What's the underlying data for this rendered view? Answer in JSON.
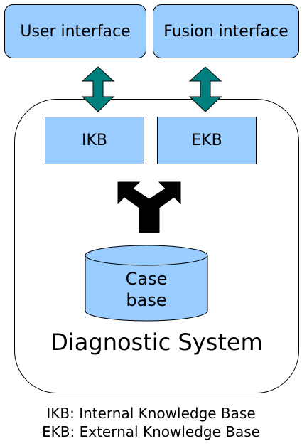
{
  "top_boxes": {
    "user_interface": "User interface",
    "fusion_interface": "Fusion interface"
  },
  "knowledge_bases": {
    "ikb": "IKB",
    "ekb": "EKB"
  },
  "case_base": {
    "line1": "Case",
    "line2": "base"
  },
  "system_label": "Diagnostic System",
  "legend": [
    "IKB: Internal Knowledge Base",
    "EKB: External Knowledge Base"
  ],
  "colors": {
    "box_fill": "#99ccff",
    "arrow_fill": "#007f7f",
    "fork_arrow_fill": "#000000"
  }
}
